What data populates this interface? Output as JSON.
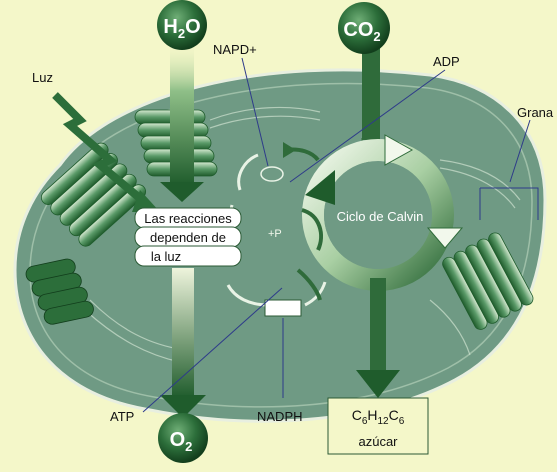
{
  "inputs": {
    "water": {
      "base": "H",
      "sub": "2",
      "tail": "O"
    },
    "co2": {
      "base": "CO",
      "sub": "2"
    },
    "oxygen": {
      "base": "O",
      "sub": "2"
    }
  },
  "labels": {
    "light": "Luz",
    "napd": "NAPD+",
    "adp": "ADP",
    "grana": "Grana",
    "atp": "ATP",
    "nadph": "NADPH",
    "phosphate": "+P",
    "calvin_cycle": "Ciclo de Calvin"
  },
  "light_reactions_box": [
    "Las reacciones",
    "dependen de",
    "la luz"
  ],
  "sugar_box": {
    "formula": [
      {
        "t": "C"
      },
      {
        "t": "6",
        "sub": true
      },
      {
        "t": "H"
      },
      {
        "t": "12",
        "sub": true
      },
      {
        "t": "C"
      },
      {
        "t": "6",
        "sub": true
      }
    ],
    "name": "azúcar"
  },
  "colors": {
    "background": "#f4f7c9",
    "chloroplast": "#6f9a84",
    "dark_green": "#1f5c2c",
    "arrow_green": "#2f6b3a",
    "label_box_border": "#2b5a35"
  }
}
